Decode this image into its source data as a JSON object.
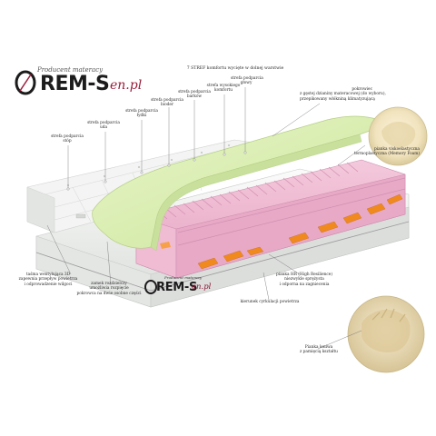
{
  "brand": {
    "tagline": "Producent materacy",
    "name": "REM-S",
    "tld": "en.pl"
  },
  "colors": {
    "pink_foam": "#eeb6cf",
    "green_foam": "#dcefb6",
    "orange_channel": "#f08a1e",
    "cover": "#eef0ee",
    "accent_red": "#9b1d3a"
  },
  "labels": {
    "header": "7 STREF komfortu wycięte w dolnej warstwie",
    "zone_head": [
      "strefa podparcia",
      "głowy"
    ],
    "zone_neck": [
      "strefa wysokiego",
      "komfortu"
    ],
    "zone_shoulders": [
      "strefa podparcia",
      "barków"
    ],
    "zone_hips": [
      "strefa podparcia",
      "bioder"
    ],
    "zone_thighs": [
      "strefa podparcia",
      "łydki"
    ],
    "zone_calves": [
      "strefa podparcia",
      "uda"
    ],
    "zone_feet": [
      "strefa podparcia",
      "stóp"
    ],
    "cover": [
      "pokrowiec",
      "z gęstej dzianiny materacowej (do wyboru),",
      "przepikowany włókniną klimatyzującą"
    ],
    "memory_foam": [
      "pianka viskoelastyczna",
      "termoplastyczna (Memory Foam)"
    ],
    "hr_foam": [
      "pianka HR (High Resilience)",
      "niezwykle sprężysta",
      "i odporna na zagniecenia"
    ],
    "channels": "kierunek cyrkulacji powietrza",
    "zipper": [
      "zamek rozdzielczy",
      "umożliwia rozpięcie",
      "pokrowca na dwie osobne części"
    ],
    "tape_3d": [
      "taśma wentylująca 3D",
      "zapewnia przepływ powietrza",
      "i odprowadzenie wilgoci"
    ],
    "memory_callout": [
      "Pianka leniwa",
      "z pamięcią kształtu"
    ]
  }
}
